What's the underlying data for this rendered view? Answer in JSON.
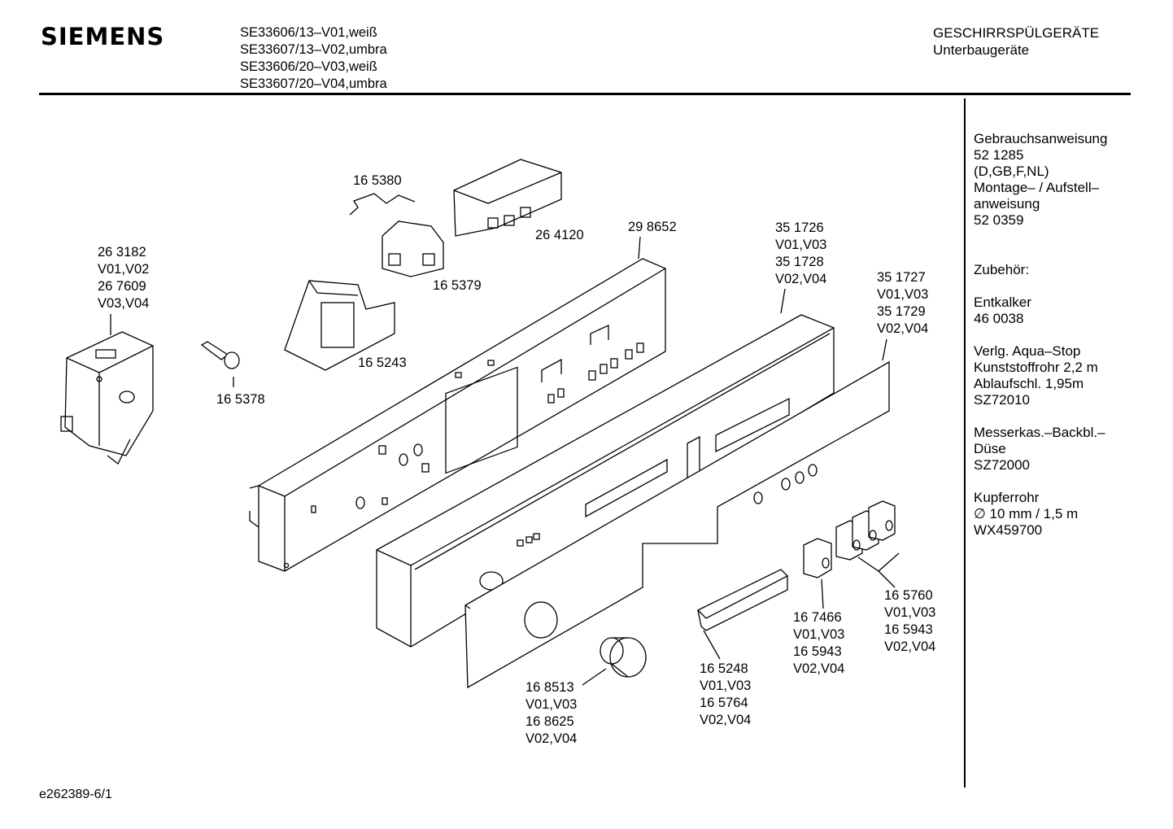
{
  "header": {
    "brand": "SIEMENS",
    "models": [
      "SE33606/13–V01,weiß",
      "SE33607/13–V02,umbra",
      "SE33606/20–V03,weiß",
      "SE33607/20–V04,umbra"
    ],
    "category": "GESCHIRRSPÜLGERÄTE",
    "subcategory": "Unterbaugeräte"
  },
  "sidebar": {
    "blocks": [
      [
        "Gebrauchsanweisung",
        "52 1285",
        "(D,GB,F,NL)",
        "Montage– / Aufstell–",
        "anweisung",
        "52 0359"
      ],
      [
        "Zubehör:"
      ],
      [
        "Entkalker",
        "46 0038"
      ],
      [
        "Verlg. Aqua–Stop",
        "Kunststoffrohr 2,2 m",
        "Ablaufschl. 1,95m",
        "SZ72010"
      ],
      [
        "Messerkas.–Backbl.–",
        "Düse",
        "SZ72000"
      ],
      [
        "Kupferrohr",
        "∅ 10 mm / 1,5 m",
        "WX459700"
      ]
    ]
  },
  "parts": [
    {
      "id": "p263182",
      "lines": [
        "26 3182",
        "V01,V02",
        "26 7609",
        "V03,V04"
      ]
    },
    {
      "id": "p165380",
      "lines": [
        "16 5380"
      ]
    },
    {
      "id": "p264120",
      "lines": [
        "26 4120"
      ]
    },
    {
      "id": "p165379",
      "lines": [
        "16 5379"
      ]
    },
    {
      "id": "p298652",
      "lines": [
        "29 8652"
      ]
    },
    {
      "id": "p351726",
      "lines": [
        "35 1726",
        "V01,V03",
        "35 1728",
        "V02,V04"
      ]
    },
    {
      "id": "p351727",
      "lines": [
        "35 1727",
        "V01,V03",
        "35 1729",
        "V02,V04"
      ]
    },
    {
      "id": "p165243",
      "lines": [
        "16 5243"
      ]
    },
    {
      "id": "p165378",
      "lines": [
        "16 5378"
      ]
    },
    {
      "id": "p165760",
      "lines": [
        "16 5760",
        "V01,V03",
        "16 5943",
        "V02,V04"
      ]
    },
    {
      "id": "p167466",
      "lines": [
        "16 7466",
        "V01,V03",
        "16 5943",
        "V02,V04"
      ]
    },
    {
      "id": "p165248",
      "lines": [
        "16 5248",
        "V01,V03",
        "16 5764",
        "V02,V04"
      ]
    },
    {
      "id": "p168513",
      "lines": [
        "16 8513",
        "V01,V03",
        "16 8625",
        "V02,V04"
      ]
    }
  ],
  "footer": {
    "code": "e262389-6/1"
  }
}
